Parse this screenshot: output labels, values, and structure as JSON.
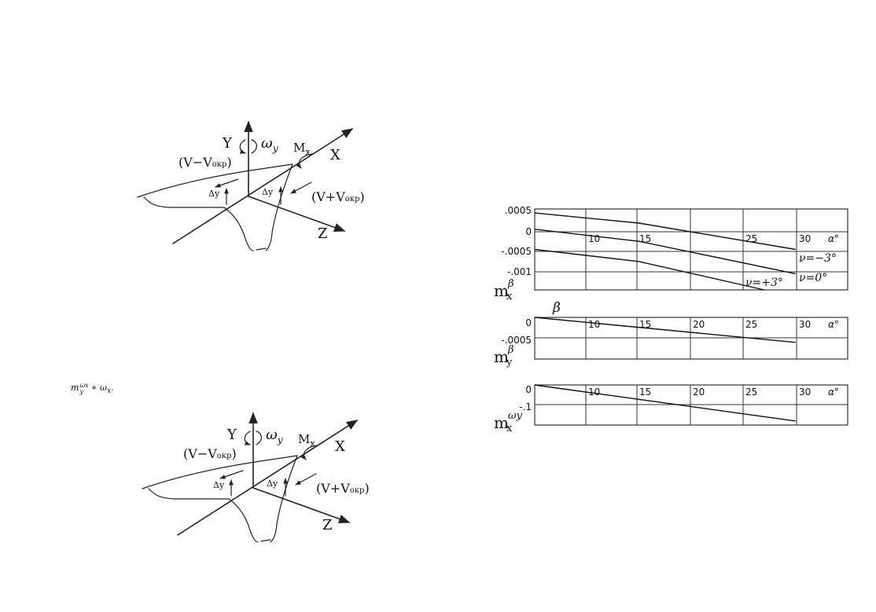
{
  "diagram": {
    "axis_y": "Y",
    "axis_x": "X",
    "axis_z": "Z",
    "omega_y": "ω",
    "omega_y_sub": "y",
    "moment": "M",
    "moment_sub": "x",
    "v_minus": "(V−V",
    "v_plus": "(V+V",
    "v_sub": "окр",
    "close_paren": ")",
    "delta_y": "Δy"
  },
  "side_formula": {
    "base": "m",
    "sub": "y",
    "sup": "ωx",
    "rest": " ∗ ω",
    "rest_sub": "x",
    "end": "."
  },
  "chart_data": [
    {
      "type": "line",
      "ylabel": "m",
      "ylabel_sub": "x",
      "ylabel_sup": "β",
      "x_ticks": [
        "10",
        "15",
        "25",
        "30",
        "α°"
      ],
      "y_ticks": [
        ".0005",
        "0",
        "-.0005",
        "-.001"
      ],
      "xlim": [
        5,
        35
      ],
      "ylim": [
        -0.0015,
        0.0005
      ],
      "series": [
        {
          "name": "ν=−3°",
          "x": [
            5,
            15,
            30
          ],
          "y": [
            0.0004,
            0.00015,
            -0.0005
          ]
        },
        {
          "name": "ν=0°",
          "x": [
            5,
            15,
            30
          ],
          "y": [
            0.0,
            -0.0003,
            -0.0011
          ]
        },
        {
          "name": "ν=+3°",
          "x": [
            5,
            15,
            27
          ],
          "y": [
            -0.0005,
            -0.0008,
            -0.0015
          ]
        }
      ]
    },
    {
      "type": "line",
      "title": "β",
      "ylabel": "m",
      "ylabel_sub": "y",
      "ylabel_sup": "β",
      "x_ticks": [
        "10",
        "15",
        "20",
        "25",
        "30",
        "α°"
      ],
      "y_ticks": [
        "0",
        "-.0005"
      ],
      "xlim": [
        5,
        35
      ],
      "ylim": [
        -0.001,
        0.0
      ],
      "series": [
        {
          "x": [
            5,
            30
          ],
          "y": [
            0.0,
            -0.0006
          ]
        }
      ]
    },
    {
      "type": "line",
      "ylabel": "m",
      "ylabel_sub": "x",
      "ylabel_sup": "ωy",
      "x_ticks": [
        "10",
        "15",
        "20",
        "25",
        "30",
        "α°"
      ],
      "y_ticks": [
        "0",
        "-.1"
      ],
      "xlim": [
        5,
        35
      ],
      "ylim": [
        -0.2,
        0.0
      ],
      "series": [
        {
          "x": [
            5,
            30
          ],
          "y": [
            0.0,
            -0.18
          ]
        }
      ]
    }
  ]
}
